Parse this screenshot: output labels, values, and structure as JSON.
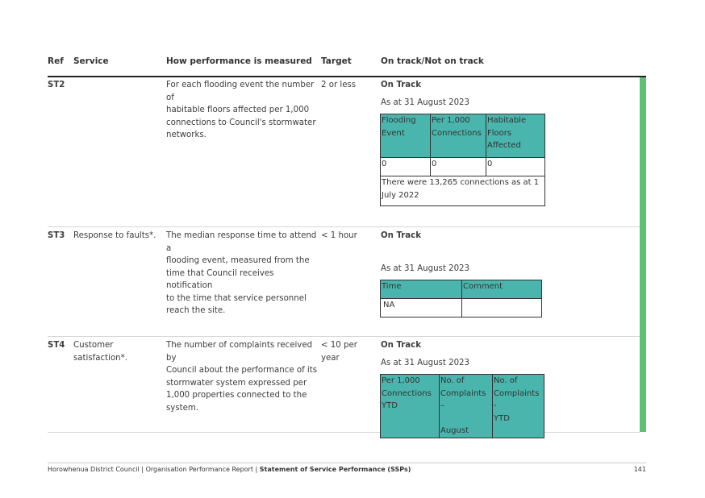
{
  "header": {
    "ref": "Ref",
    "service": "Service",
    "measure": "How performance is measured",
    "target": "Target",
    "status": "On track/Not on track"
  },
  "rows": [
    {
      "ref": "ST2",
      "service": "",
      "measure": [
        "For each flooding event the number of",
        "habitable floors affected per 1,000",
        "connections to Council's stormwater",
        "networks."
      ],
      "target": [
        "2 or less"
      ],
      "status": "On Track",
      "as_at": "As at 31 August 2023",
      "table": {
        "headers": [
          [
            "Flooding",
            "Event"
          ],
          [
            "Per 1,000",
            "Connections"
          ],
          [
            "Habitable",
            "Floors",
            "Affected"
          ]
        ],
        "values": [
          "0",
          "0",
          "0"
        ],
        "note": [
          "There were 13,265 connections as at 1",
          "July 2022"
        ]
      }
    },
    {
      "ref": "ST3",
      "service": [
        "Response to faults*."
      ],
      "measure": [
        "The median response time to attend a",
        "flooding event, measured from the",
        "time that Council receives notification",
        "to the time that service personnel",
        "reach the site."
      ],
      "target": [
        "< 1 hour"
      ],
      "status": "On Track",
      "as_at": "As at 31 August 2023",
      "table": {
        "headers": [
          [
            "Time"
          ],
          [
            "Comment"
          ]
        ],
        "values": [
          "NA",
          ""
        ]
      }
    },
    {
      "ref": "ST4",
      "service": [
        "Customer",
        "satisfaction*."
      ],
      "measure": [
        "The number of complaints received by",
        "Council about the performance of its",
        "stormwater system expressed per",
        "1,000 properties connected to the",
        "system."
      ],
      "target": [
        "< 10 per",
        "year"
      ],
      "status": "On Track",
      "as_at": "As at 31 August 2023",
      "table": {
        "headers": [
          [
            "Per 1,000",
            "Connections",
            "YTD"
          ],
          [
            "No. of",
            "Complaints –",
            "",
            "August"
          ],
          [
            "No. of",
            "Complaints -",
            "YTD"
          ]
        ]
      }
    }
  ],
  "footer": {
    "org": "Horowhenua District Council | Organisation Performance Report | ",
    "section": "Statement of Service Performance (SSPs)",
    "page": "141"
  }
}
